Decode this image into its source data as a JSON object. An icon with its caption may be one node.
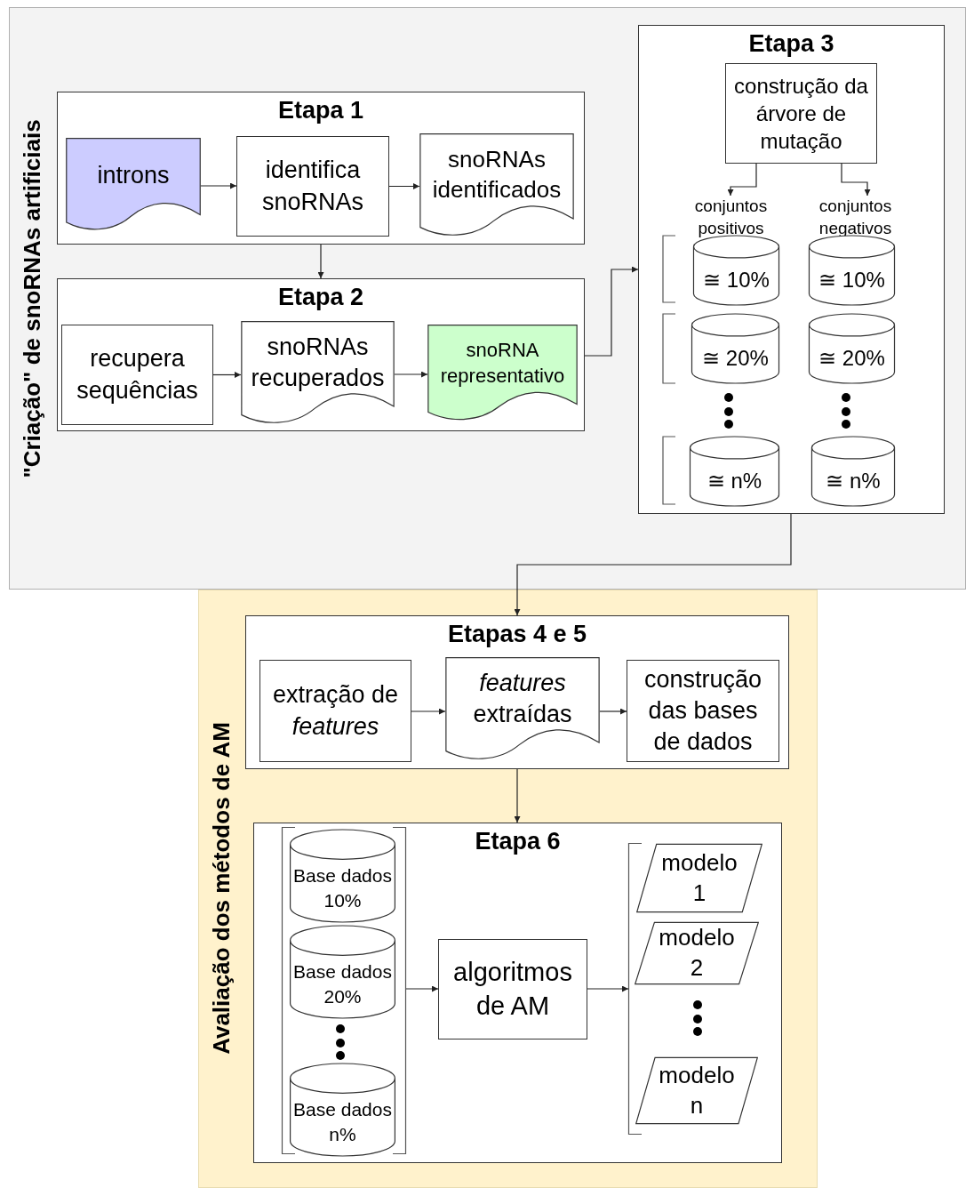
{
  "diagram": {
    "nodes": [
      {
        "text": [
          "\"Criação\" de snoRNAs artificiais"
        ]
      },
      {
        "text": [
          "Etapa 1"
        ],
        "in": 0
      },
      {
        "text": [
          "introns"
        ],
        "in": 1
      },
      {
        "text": [
          "identifica snoRNAs"
        ],
        "in": 1
      },
      {
        "text": [
          "snoRNAs identificados"
        ],
        "in": 1
      },
      {
        "text": [
          "Etapa 2"
        ],
        "in": 0
      },
      {
        "text": [
          "recupera sequências"
        ],
        "in": 5
      },
      {
        "text": [
          "snoRNAs recuperados"
        ],
        "in": 5
      },
      {
        "text": [
          "snoRNA representativo"
        ],
        "in": 5
      },
      {
        "text": [
          "Etapa 3"
        ],
        "in": 0
      },
      {
        "text": [
          "construção da árvore de mutação"
        ],
        "in": 9
      },
      {
        "text": [
          "conjuntos positivos"
        ],
        "in": 9
      },
      {
        "text": [
          "conjuntos negativos"
        ],
        "in": 9
      },
      {
        "text": [
          "≅ 10%"
        ],
        "in": 9
      },
      {
        "text": [
          "≅ 10%"
        ],
        "in": 9
      },
      {
        "text": [
          "≅ 20%"
        ],
        "in": 9
      },
      {
        "text": [
          "≅ 20%"
        ],
        "in": 9
      },
      {
        "text": [
          "≅ n%"
        ],
        "in": 9
      },
      {
        "text": [
          "≅ n%"
        ],
        "in": 9
      },
      {
        "text": [
          "Avaliação dos métodos de AM"
        ]
      },
      {
        "text": [
          "Etapas 4 e 5"
        ],
        "in": 19
      },
      {
        "text": [
          "extração de *features*"
        ],
        "in": 20
      },
      {
        "text": [
          "*features* extraídas"
        ],
        "in": 20
      },
      {
        "text": [
          "construção das bases de dados"
        ],
        "in": 20
      },
      {
        "text": [
          "Etapa 6"
        ],
        "in": 19
      },
      {
        "text": [],
        "shape": "bracket",
        "in": 24
      },
      {
        "text": [
          "Base dados 10%"
        ],
        "in": 25
      },
      {
        "text": [
          "Base dados 20%"
        ],
        "in": 25
      },
      {
        "text": [
          "Base dados n%"
        ],
        "in": 25
      },
      {
        "text": [
          "algoritmos de AM"
        ],
        "in": 24
      },
      {
        "text": [],
        "shape": "bracket",
        "in": 24
      },
      {
        "text": [
          "modelo 1"
        ],
        "in": 30
      },
      {
        "text": [
          "modelo 2"
        ],
        "in": 30
      },
      {
        "text": [
          "modelo n"
        ],
        "in": 30
      }
    ],
    "edges": [
      {
        "from": 2,
        "to": 3,
        "arrow": "to"
      },
      {
        "from": 3,
        "to": 4,
        "arrow": "to"
      },
      {
        "from": 1,
        "to": 5,
        "arrow": "to"
      },
      {
        "from": 6,
        "to": 7,
        "arrow": "to"
      },
      {
        "from": 7,
        "to": 8,
        "arrow": "to"
      },
      {
        "from": 5,
        "to": 9,
        "arrow": "to"
      },
      {
        "from": 10,
        "to": 11,
        "arrow": "to"
      },
      {
        "from": 10,
        "to": 12,
        "arrow": "to"
      },
      {
        "from": 9,
        "to": 20,
        "arrow": "to"
      },
      {
        "from": 21,
        "to": 22,
        "arrow": "to"
      },
      {
        "from": 22,
        "to": 23,
        "arrow": "to"
      },
      {
        "from": 20,
        "to": 24,
        "arrow": "to"
      },
      {
        "from": 25,
        "to": 29,
        "arrow": "to"
      },
      {
        "from": 29,
        "to": 30,
        "arrow": "to"
      }
    ]
  }
}
